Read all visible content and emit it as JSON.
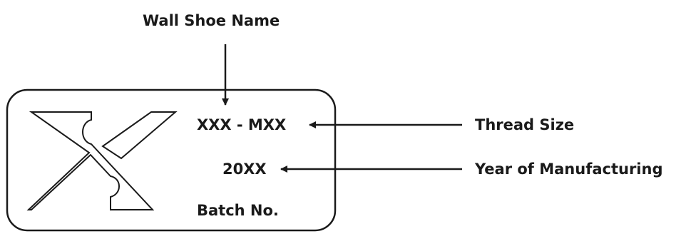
{
  "diagram": {
    "top_label": "Wall Shoe Name",
    "plate": {
      "line1": "XXX - MXX",
      "line2": "20XX",
      "line3": "Batch No."
    },
    "right_labels": {
      "thread_size": "Thread Size",
      "year": "Year of Manufacturing"
    },
    "colors": {
      "ink": "#1a1a1a",
      "background": "#ffffff"
    }
  }
}
